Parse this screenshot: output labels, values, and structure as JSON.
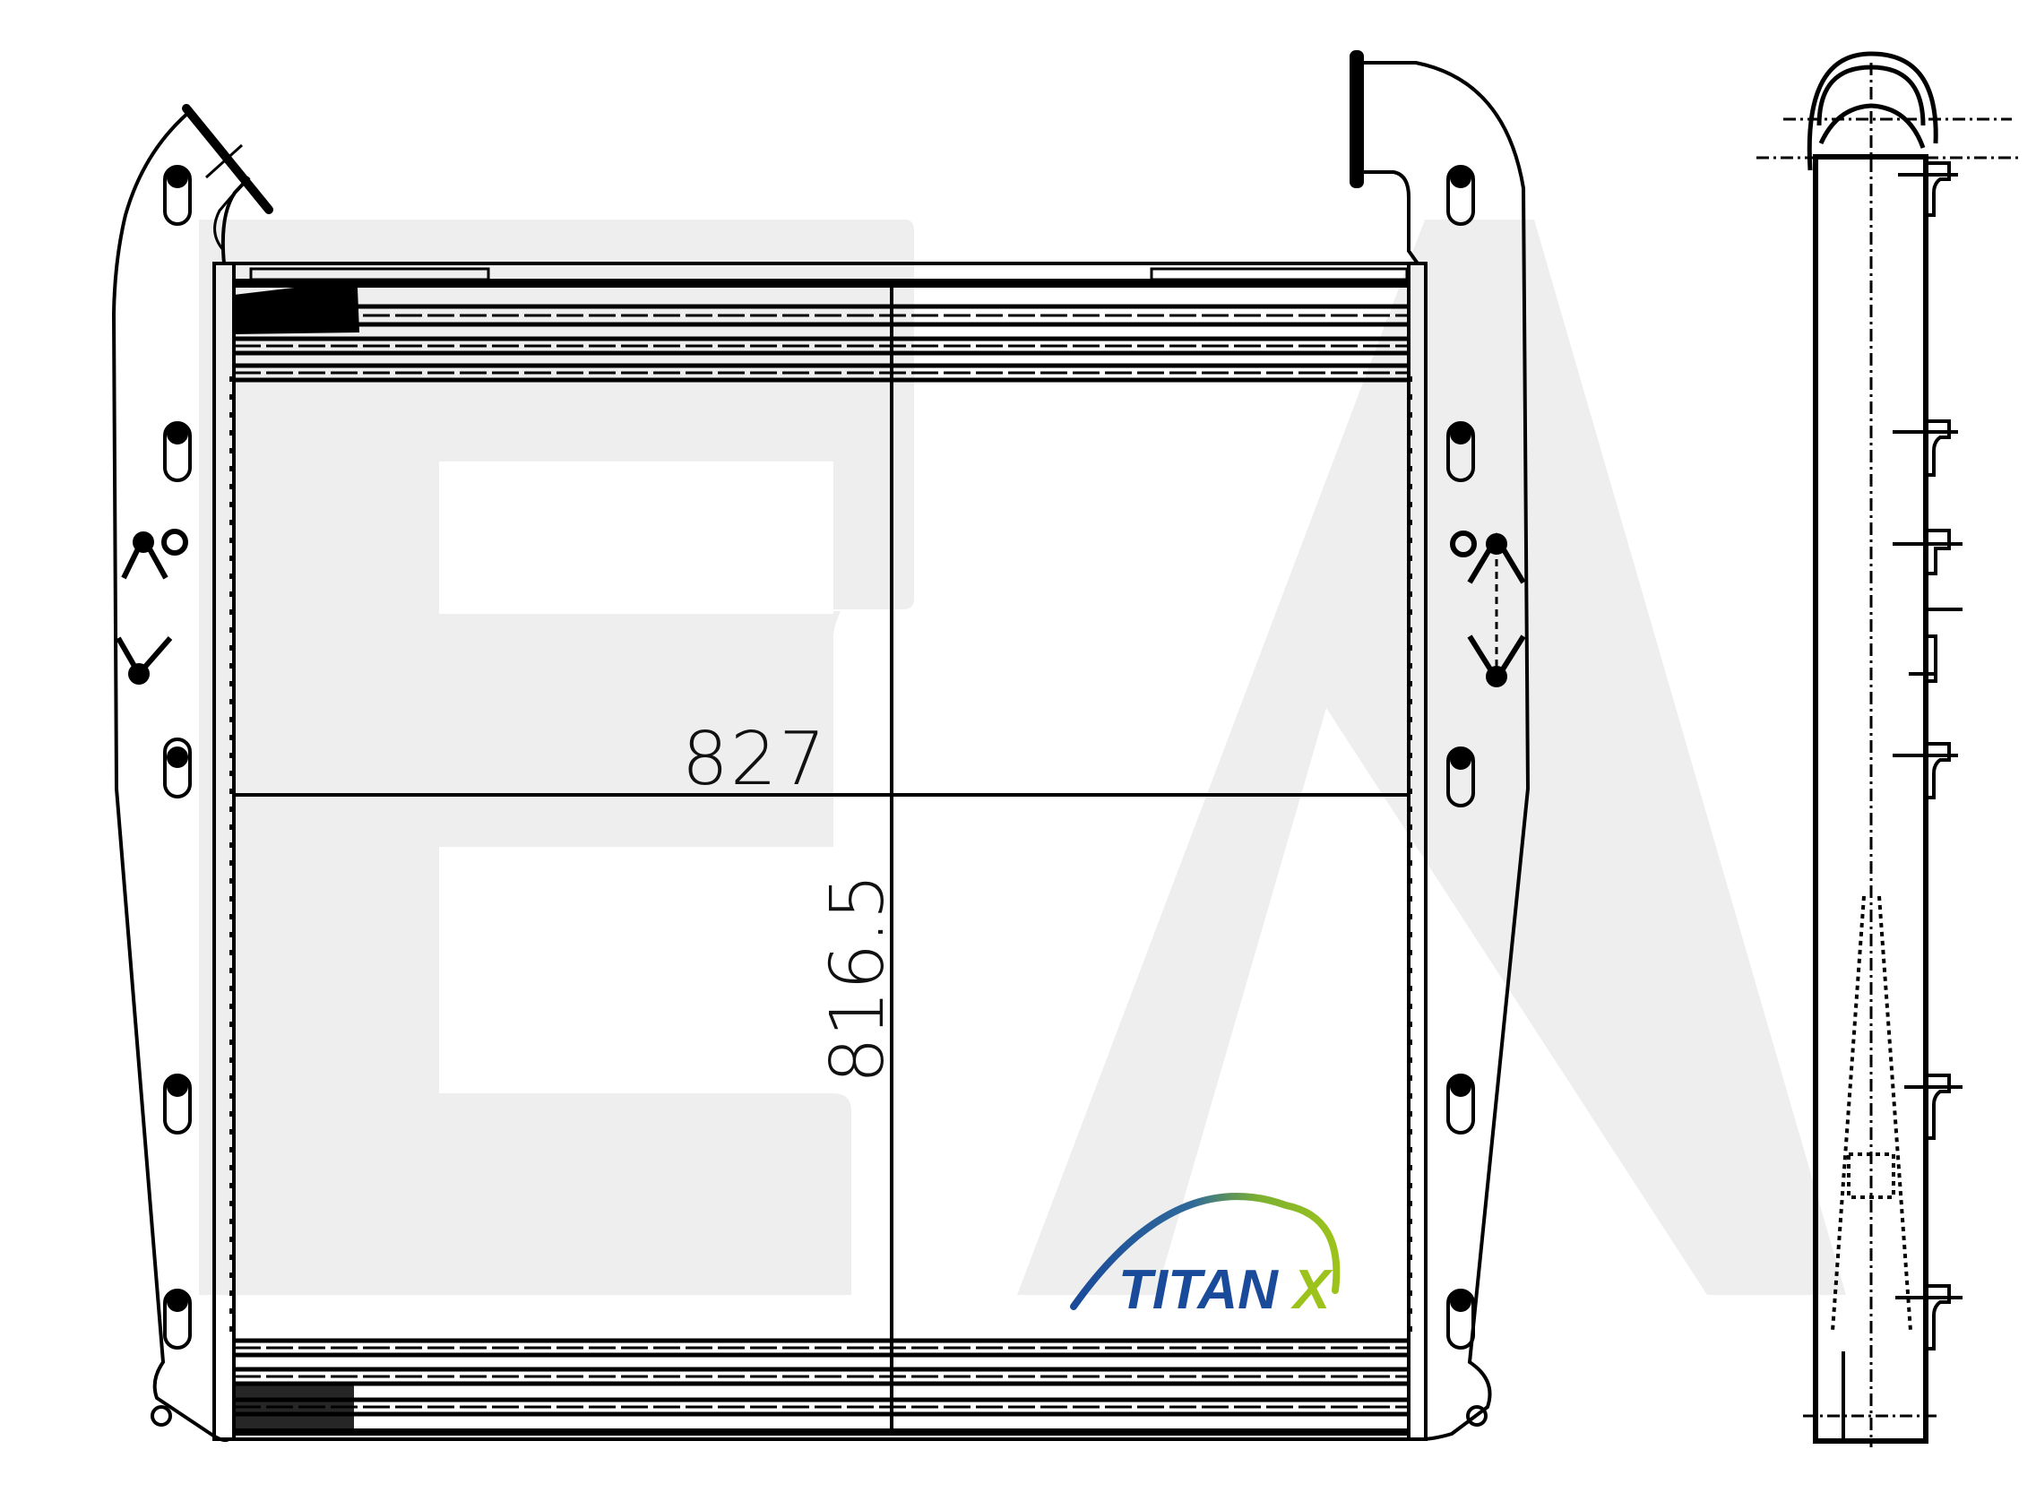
{
  "drawing": {
    "type": "technical-drawing",
    "subject": "intercooler / charge air cooler",
    "views": [
      "front-view",
      "side-view"
    ]
  },
  "dimensions": {
    "width_label": "827",
    "height_label": "816.5"
  },
  "watermark": {
    "letters": "EA",
    "color": "#eeeeee"
  },
  "logo": {
    "text_main": "TITAN",
    "text_accent": "X",
    "color_main": "#1a4a9a",
    "color_accent": "#9cc31c",
    "arc_gradient": [
      "#1a4a9a",
      "#9cc31c"
    ]
  },
  "colors": {
    "line": "#000000",
    "background": "#ffffff"
  }
}
